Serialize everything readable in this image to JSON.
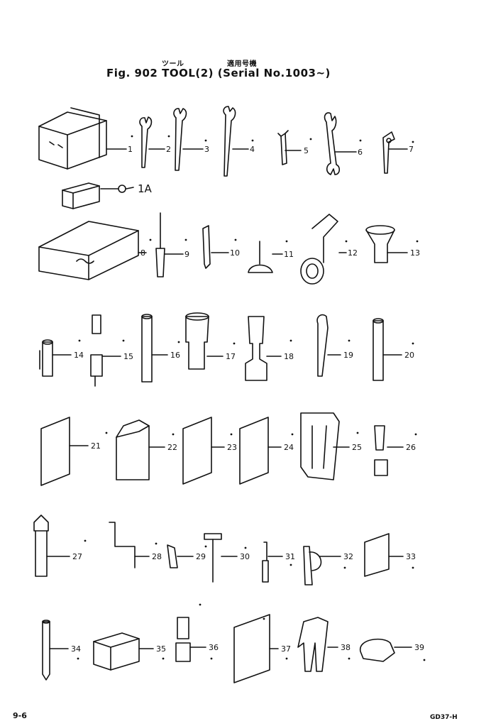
{
  "header": {
    "fig_label": "Fig. 902",
    "title": "TOOL(2)",
    "serial": "(Serial No.1003~)",
    "jp_title": "ツール",
    "jp_serial": "適用号機"
  },
  "parts": [
    "1",
    "1A",
    "2",
    "3",
    "4",
    "5",
    "6",
    "7",
    "8",
    "9",
    "10",
    "11",
    "12",
    "13",
    "14",
    "15",
    "16",
    "17",
    "18",
    "19",
    "20",
    "21",
    "22",
    "23",
    "24",
    "25",
    "26",
    "27",
    "28",
    "29",
    "30",
    "31",
    "32",
    "33",
    "34",
    "35",
    "36",
    "37",
    "38",
    "39"
  ],
  "footer": {
    "page": "9-6",
    "code": "GD37-H"
  }
}
